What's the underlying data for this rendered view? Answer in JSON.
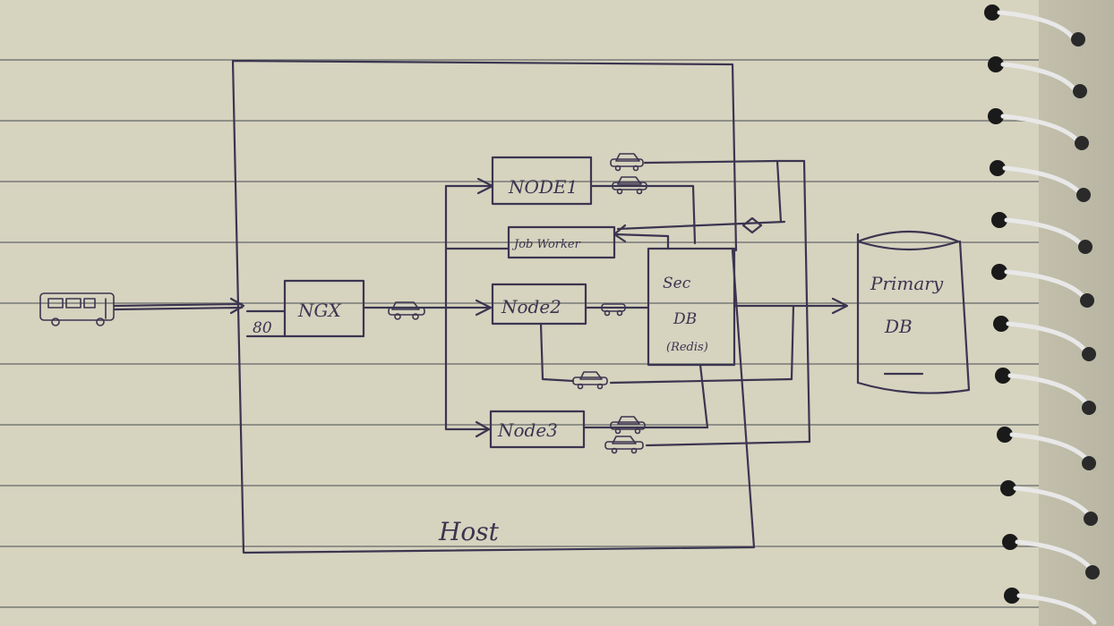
{
  "diagram": {
    "host_label": "Host",
    "port_label": "80",
    "nginx_label": "NGX",
    "node1_label": "NODE1",
    "node2_label": "Node2",
    "node3_label": "Node3",
    "job_worker_label": "Job Worker",
    "sec_db_line1": "Sec",
    "sec_db_line2": "DB",
    "sec_db_line3": "(Redis)",
    "primary_db_line1": "Primary",
    "primary_db_line2": "DB"
  },
  "colors": {
    "ink": "#3b3550",
    "paper": "#d6d3bf",
    "rule": "#8f8f88"
  },
  "icons": [
    "bus-icon",
    "car-icon",
    "spiral-binding-icon"
  ]
}
